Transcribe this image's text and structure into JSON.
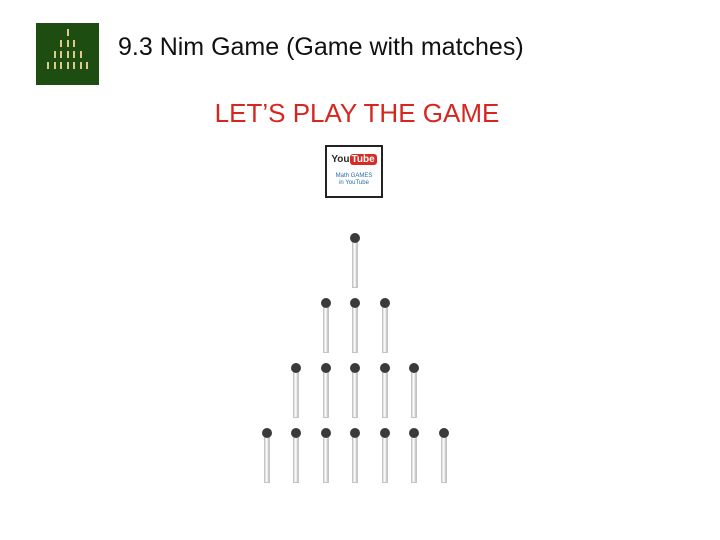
{
  "slide": {
    "title": "9.3 Nim Game (Game with matches)",
    "subtitle": "LET’S PLAY THE GAME",
    "youtube": {
      "logo_you": "You",
      "logo_tube": "Tube",
      "caption_line1": "Math GAMES",
      "caption_line2": "in YouTube"
    }
  },
  "game": {
    "rows": [
      1,
      3,
      5,
      7
    ],
    "total_matches": 16
  },
  "colors": {
    "title": "#111111",
    "subtitle": "#d6261f",
    "logo_bg": "#1e4d12",
    "match_head": "#3a3a3a",
    "youtube_red": "#d92b25"
  }
}
